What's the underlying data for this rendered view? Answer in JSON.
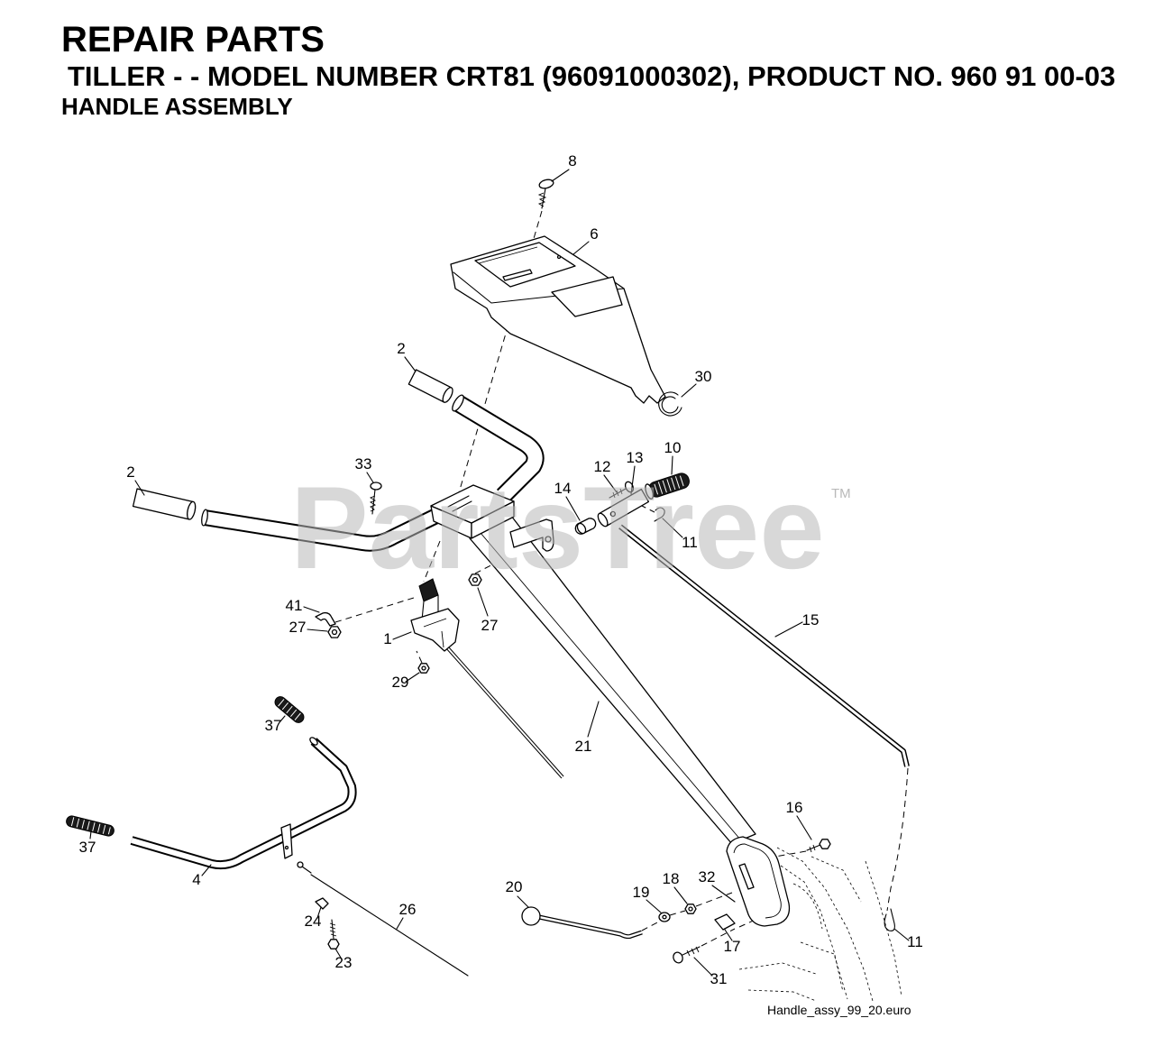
{
  "header": {
    "title": "REPAIR PARTS",
    "subtitle": "TILLER - - MODEL NUMBER CRT81 (96091000302), PRODUCT NO. 960 91 00-03",
    "section": "HANDLE ASSEMBLY"
  },
  "watermark": {
    "brand": "PartsTree",
    "trademark": "TM"
  },
  "callouts": [
    "8",
    "6",
    "2",
    "30",
    "10",
    "13",
    "12",
    "2",
    "33",
    "14",
    "11",
    "15",
    "41",
    "27",
    "27",
    "1",
    "29",
    "37",
    "21",
    "16",
    "37",
    "4",
    "20",
    "19",
    "18",
    "32",
    "24",
    "26",
    "17",
    "11",
    "23",
    "31"
  ],
  "footer": {
    "drawing_id": "Handle_assy_99_20.euro"
  },
  "colors": {
    "ink": "#000000",
    "background": "#ffffff",
    "watermark": "#b9b9b9",
    "grip": "#1a1a1a"
  }
}
